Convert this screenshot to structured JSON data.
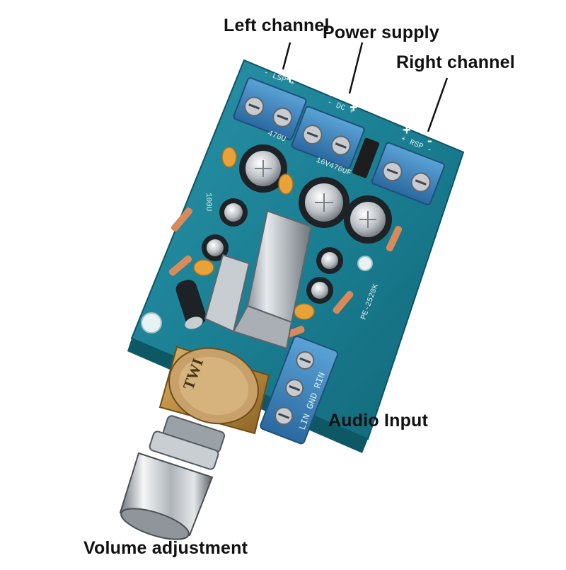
{
  "labels": {
    "left_channel": "Left channel",
    "power_supply": "Power supply",
    "right_channel": "Right channel",
    "audio_input": "Audio Input",
    "volume_adjustment": "Volume adjustment"
  },
  "board_markings": {
    "left_terminal": "- LSP +",
    "power_terminal": "- DC +",
    "right_terminal": "+ RSP -",
    "input_terminal": "LIN GND RIN",
    "model": "PE-2520K",
    "cap_main_a": "470U",
    "cap_main_b": "16V470UF",
    "cap_small": "100U",
    "pot_marking": "TWI"
  },
  "polarity": {
    "left_minus": "-",
    "left_plus": "+",
    "power_minus": "-",
    "power_plus": "+",
    "right_plus": "+",
    "right_minus": "-"
  },
  "colors": {
    "pcb": "#1b7f93",
    "terminal": "#3a7fb5",
    "background": "#ffffff"
  }
}
